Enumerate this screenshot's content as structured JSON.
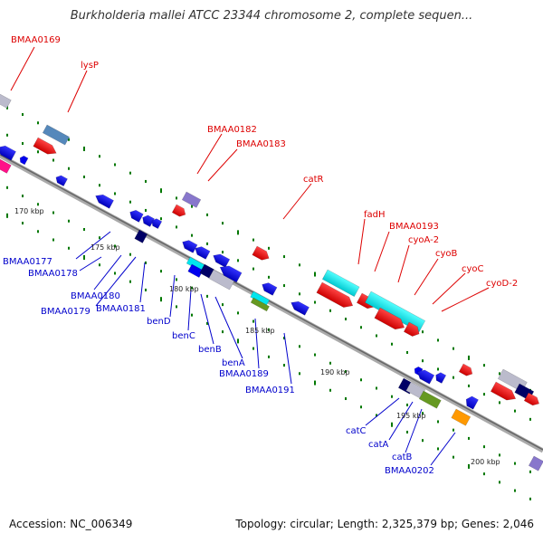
{
  "title": "Burkholderia mallei ATCC 23344 chromosome 2, complete sequen...",
  "footer": {
    "accession": "Accession: NC_006349",
    "stats": "Topology: circular; Length: 2,325,379 bp; Genes: 2,046"
  },
  "scale_labels": [
    "170 kbp",
    "175 kbp",
    "180 kbp",
    "185 kbp",
    "190 kbp",
    "195 kbp",
    "200 kbp"
  ],
  "labels_top": [
    "BMAA0169",
    "lysP",
    "BMAA0182",
    "BMAA0183",
    "catR",
    "fadH",
    "BMAA0193",
    "cyoA-2",
    "cyoB",
    "cyoC",
    "cyoD-2"
  ],
  "labels_bottom": [
    "BMAA0177",
    "BMAA0178",
    "BMAA0180",
    "BMAA0179",
    "BMAA0181",
    "benD",
    "benC",
    "benB",
    "benA",
    "BMAA0189",
    "BMAA0191",
    "catC",
    "catA",
    "catB",
    "BMAA0202"
  ],
  "colors": {
    "forward_gene": "#ff0000",
    "reverse_gene": "#0000ee",
    "dark_gene": "#000066",
    "cyan_gene": "#00e5ee",
    "label_red": "#dd0000",
    "label_blue": "#0000cc",
    "tick_green": "#007700",
    "backbone": "#888888"
  }
}
